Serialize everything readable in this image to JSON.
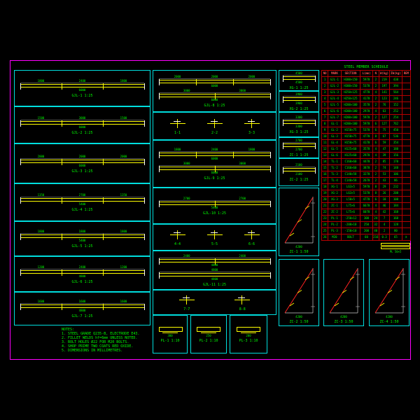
{
  "sheet": {
    "bg": "#000000",
    "border_color": "#ff00ff",
    "panel_line_color": "#00dede",
    "beam_color": "#ffff00",
    "dim_text_color": "#00ff00",
    "table_grid_color": "#b40000",
    "diagonal_color": "#ff2222"
  },
  "left_beams": [
    {
      "caption": "GJL-1 1:25",
      "dims": [
        "1800",
        "2400",
        "1800"
      ],
      "overall": "6000"
    },
    {
      "caption": "GJL-2 1:25",
      "dims": [
        "1500",
        "3000",
        "1500"
      ],
      "overall": "6000"
    },
    {
      "caption": "GJL-3 1:25",
      "dims": [
        "2000",
        "2000",
        "2000"
      ],
      "overall": "6000"
    },
    {
      "caption": "GJL-4 1:25",
      "dims": [
        "1350",
        "2700",
        "1350"
      ],
      "overall": "5400"
    },
    {
      "caption": "GJL-5 1:25",
      "dims": [
        "1800",
        "1800",
        "1800"
      ],
      "overall": "5400"
    },
    {
      "caption": "GJL-6 1:25",
      "dims": [
        "1200",
        "2400",
        "1200"
      ],
      "overall": "4800"
    },
    {
      "caption": "GJL-7 1:25",
      "dims": [
        "1600",
        "1600",
        "1600"
      ],
      "overall": "4800"
    }
  ],
  "middle_groups": [
    {
      "caption": "GJL-8 1:25",
      "beams": [
        {
          "dims": [
            "2000",
            "2000",
            "2000"
          ],
          "overall": "6000"
        },
        {
          "dims": [
            "3000",
            "3000"
          ],
          "overall": "6000"
        }
      ]
    },
    {
      "sections": [
        {
          "caption": "1-1"
        },
        {
          "caption": "2-2"
        },
        {
          "caption": "3-3"
        }
      ]
    },
    {
      "caption": "GJL-9 1:25",
      "beams": [
        {
          "dims": [
            "1800",
            "2400",
            "1800"
          ],
          "overall": "6000"
        },
        {
          "dims": [
            "3000",
            "3000"
          ],
          "overall": "6000"
        }
      ]
    },
    {
      "caption": "GJL-10 1:25",
      "beams": [
        {
          "dims": [
            "2700",
            "2700"
          ],
          "overall": "5400"
        }
      ]
    },
    {
      "sections": [
        {
          "caption": "4-4"
        },
        {
          "caption": "5-5"
        },
        {
          "caption": "6-6"
        }
      ]
    },
    {
      "caption": "GJL-11 1:25",
      "beams": [
        {
          "dims": [
            "2400",
            "2400"
          ],
          "overall": "4800"
        },
        {
          "dims": [
            "4800"
          ],
          "overall": "4800"
        }
      ]
    },
    {
      "sections": [
        {
          "caption": "7-7"
        },
        {
          "caption": "8-8"
        }
      ]
    }
  ],
  "right_beams": [
    {
      "caption": "XG-1 1:25",
      "dims": [
        "4500"
      ],
      "overall": "4500"
    },
    {
      "caption": "XG-2 1:25",
      "dims": [
        "3900"
      ],
      "overall": "3900"
    },
    {
      "caption": "XG-3 1:25",
      "dims": [
        "3300"
      ],
      "overall": "3300"
    },
    {
      "caption": "ZC-1 1:25",
      "dims": [
        "2700"
      ],
      "overall": "2700"
    },
    {
      "caption": "ZC-2 1:25",
      "dims": [
        "2100"
      ],
      "overall": "2100"
    }
  ],
  "brace_elevations": [
    {
      "caption": "ZC-1 1:50",
      "width": "4200"
    },
    {
      "caption": "ZC-2 1:50",
      "width": "4200"
    },
    {
      "caption": "ZC-3 1:50",
      "width": "4200"
    },
    {
      "caption": "ZC-4 1:50",
      "width": "4200"
    }
  ],
  "base_plates": [
    {
      "caption": "PL-1 1:10",
      "dim": "300"
    },
    {
      "caption": "PL-2 1:10",
      "dim": "250"
    },
    {
      "caption": "PL-3 1:10",
      "dim": "200"
    }
  ],
  "splice_detail": {
    "caption": "PL 50×5"
  },
  "schedule": {
    "title": "STEEL MEMBER SCHEDULE",
    "columns": [
      "NO",
      "MARK",
      "SECTION",
      "L(mm)",
      "N",
      "W(kg)",
      "ΣW(kg)",
      "REM"
    ],
    "rows": [
      [
        "1",
        "GJL-1",
        "H300×150",
        "5970",
        "2",
        "219",
        "438",
        ""
      ],
      [
        "2",
        "GJL-2",
        "H300×150",
        "5370",
        "2",
        "197",
        "394",
        ""
      ],
      [
        "3",
        "GJL-3",
        "H250×125",
        "4770",
        "4",
        "141",
        "564",
        ""
      ],
      [
        "4",
        "GJL-4",
        "H250×125",
        "4170",
        "2",
        "123",
        "246",
        ""
      ],
      [
        "5",
        "GJL-5",
        "H200×100",
        "3570",
        "2",
        "76",
        "152",
        ""
      ],
      [
        "6",
        "GJL-6",
        "H200×100",
        "2970",
        "4",
        "63",
        "252",
        ""
      ],
      [
        "7",
        "GJL-7",
        "H200×100",
        "5970",
        "2",
        "127",
        "254",
        ""
      ],
      [
        "8",
        "GL-1",
        "H200×100",
        "5970",
        "6",
        "127",
        "762",
        ""
      ],
      [
        "9",
        "GL-2",
        "H150×75",
        "5370",
        "6",
        "75",
        "450",
        ""
      ],
      [
        "10",
        "GL-3",
        "H150×75",
        "4770",
        "8",
        "67",
        "536",
        ""
      ],
      [
        "11",
        "GL-4",
        "H150×75",
        "4170",
        "6",
        "59",
        "354",
        ""
      ],
      [
        "12",
        "GL-5",
        "H125×60",
        "3570",
        "4",
        "47",
        "188",
        ""
      ],
      [
        "13",
        "GL-6",
        "H125×60",
        "2970",
        "4",
        "39",
        "156",
        ""
      ],
      [
        "14",
        "TL-1",
        "C160×60",
        "4470",
        "2",
        "85",
        "170",
        ""
      ],
      [
        "15",
        "TL-2",
        "C160×60",
        "3870",
        "2",
        "74",
        "148",
        ""
      ],
      [
        "16",
        "TL-3",
        "C140×58",
        "3270",
        "2",
        "53",
        "106",
        ""
      ],
      [
        "17",
        "TL-4",
        "C140×58",
        "2670",
        "2",
        "43",
        "86",
        ""
      ],
      [
        "18",
        "XG-1",
        "L63×5",
        "5970",
        "8",
        "29",
        "232",
        ""
      ],
      [
        "19",
        "XG-2",
        "L63×5",
        "5370",
        "8",
        "26",
        "208",
        ""
      ],
      [
        "20",
        "XG-3",
        "L50×5",
        "4770",
        "6",
        "18",
        "108",
        ""
      ],
      [
        "21",
        "ZC-1",
        "L75×6",
        "6670",
        "4",
        "46",
        "184",
        ""
      ],
      [
        "22",
        "ZC-2",
        "L75×6",
        "6070",
        "4",
        "42",
        "168",
        ""
      ],
      [
        "23",
        "PL-1",
        "-250×12",
        "300",
        "24",
        "7",
        "168",
        ""
      ],
      [
        "24",
        "PL-2",
        "-200×10",
        "250",
        "32",
        "4",
        "128",
        ""
      ],
      [
        "25",
        "PL-3",
        "-150×10",
        "200",
        "40",
        "2",
        "80",
        ""
      ],
      [
        "26",
        "M20",
        "BOLT",
        "60",
        "216",
        "0.3",
        "65",
        "Σ"
      ]
    ]
  },
  "notes": {
    "heading": "NOTES:",
    "lines": [
      "1. STEEL GRADE Q235-B, ELECTRODE E43.",
      "2. FILLET WELDS hf=6mm UNLESS NOTED.",
      "3. BOLT HOLES Ø22 FOR M20 BOLTS.",
      "4. SHOP PRIME TWO COATS RED OXIDE.",
      "5. DIMENSIONS IN MILLIMETRES."
    ]
  }
}
